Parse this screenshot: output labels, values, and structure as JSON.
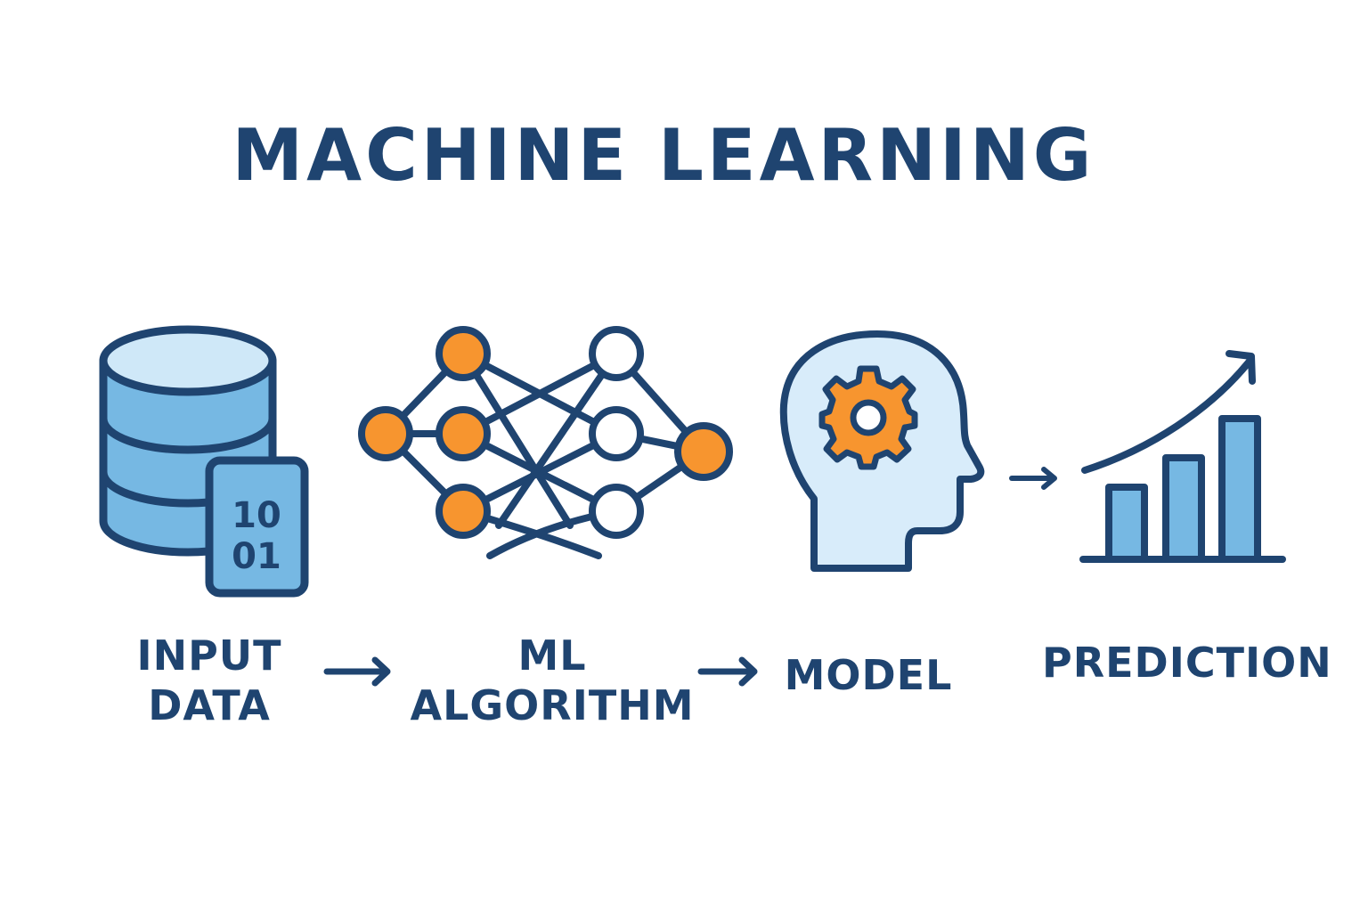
{
  "title": "MACHINE LEARNING",
  "colors": {
    "stroke": "#1f4470",
    "blue_fill": "#76b8e3",
    "light_blue_fill": "#cfe8f8",
    "head_fill": "#d8ecfa",
    "orange": "#f7952f",
    "white": "#ffffff"
  },
  "steps": [
    {
      "id": "input-data",
      "label_line1": "INPUT",
      "label_line2": "DATA",
      "icon": "database-binary-icon",
      "binary_line1": "10",
      "binary_line2": "01"
    },
    {
      "id": "ml-algorithm",
      "label_line1": "ML",
      "label_line2": "ALGORITHM",
      "icon": "neural-network-icon"
    },
    {
      "id": "model",
      "label_line1": "MODEL",
      "icon": "head-gear-icon"
    },
    {
      "id": "prediction",
      "label_line1": "PREDICTION",
      "icon": "growth-bar-chart-icon"
    }
  ],
  "arrows": [
    "input-to-algorithm",
    "algorithm-to-model",
    "model-to-prediction"
  ]
}
